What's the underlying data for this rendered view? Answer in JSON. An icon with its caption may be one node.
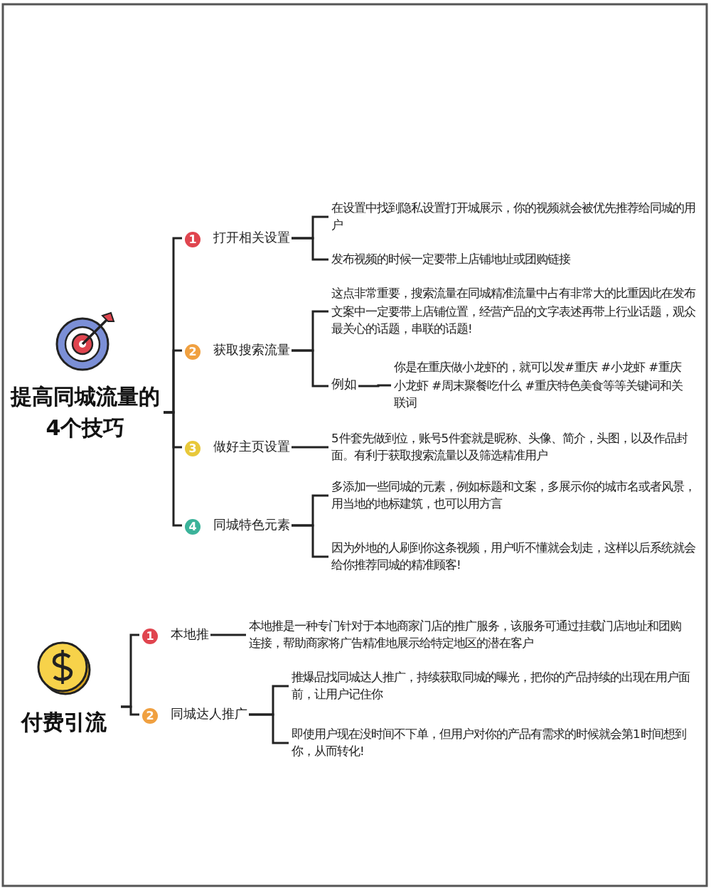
{
  "diagram": {
    "nodes": [
      {
        "text": [
          "提高同城流量的4个技巧"
        ]
      },
      {
        "text": [
          "1",
          "打开相关设置"
        ]
      },
      {
        "text": [
          "在设置中找到隐私设置打开城展示，你的视频就会被优先推荐给同城的用户"
        ]
      },
      {
        "text": [
          "发布视频的时候一定要带上店铺地址或团购链接"
        ]
      },
      {
        "text": [
          "2",
          "获取搜索流量"
        ]
      },
      {
        "text": [
          "这点非常重要，搜索流量在同城精准流量中占有非常大的比重因此在发布文案中一定要带上店铺位置，经营产品的文字表述再带上行业话题，观众最关心的话题，串联的话题!"
        ]
      },
      {
        "text": [
          "例如"
        ]
      },
      {
        "text": [
          "你是在重庆做小龙虾的，就可以发#重庆 #小龙虾 #重庆小龙虾 #周末聚餐吃什么 #重庆特色美食等等关键词和关联词"
        ]
      },
      {
        "text": [
          "3",
          "做好主页设置"
        ]
      },
      {
        "text": [
          "5件套先做到位，账号5件套就是昵称、头像、简介，头图，以及作品封面。有利于获取搜索流量以及筛选精准用户"
        ]
      },
      {
        "text": [
          "4",
          "同城特色元素"
        ]
      },
      {
        "text": [
          "多添加一些同城的元素，例如标题和文案，多展示你的城市名或者风景，用当地的地标建筑，也可以用方言"
        ]
      },
      {
        "text": [
          "因为外地的人刷到你这条视频，用户听不懂就会划走，这样以后系统就会给你推荐同城的精准顾客!"
        ]
      },
      {
        "text": [
          "付费引流"
        ]
      },
      {
        "text": [
          "1",
          "本地推"
        ]
      },
      {
        "text": [
          "本地推是一种专门针对于本地商家门店的推广服务，该服务可通过挂载门店地址和团购连接，帮助商家将广告精准地展示给特定地区的潜在客户"
        ]
      },
      {
        "text": [
          "2",
          "同城达人推广"
        ]
      },
      {
        "text": [
          "推爆品找同城达人推广，持续获取同城的曝光，把你的产品持续的出现在用户面前，让用户记住你"
        ]
      },
      {
        "text": [
          "即使用户现在没时间不下单，但用户对你的产品有需求的时候就会第1时间想到你，从而转化!"
        ]
      }
    ],
    "edges": [
      {
        "from": 0,
        "to": 1,
        "arrow": "none"
      },
      {
        "from": 0,
        "to": 4,
        "arrow": "none"
      },
      {
        "from": 0,
        "to": 8,
        "arrow": "none"
      },
      {
        "from": 0,
        "to": 10,
        "arrow": "none"
      },
      {
        "from": 1,
        "to": 2,
        "arrow": "none"
      },
      {
        "from": 1,
        "to": 3,
        "arrow": "none"
      },
      {
        "from": 4,
        "to": 5,
        "arrow": "none"
      },
      {
        "from": 4,
        "to": 6,
        "arrow": "none"
      },
      {
        "from": 6,
        "to": 7,
        "arrow": "none"
      },
      {
        "from": 8,
        "to": 9,
        "arrow": "none"
      },
      {
        "from": 10,
        "to": 11,
        "arrow": "none"
      },
      {
        "from": 10,
        "to": 12,
        "arrow": "none"
      },
      {
        "from": 13,
        "to": 14,
        "arrow": "none"
      },
      {
        "from": 13,
        "to": 16,
        "arrow": "none"
      },
      {
        "from": 14,
        "to": 15,
        "arrow": "none"
      },
      {
        "from": 16,
        "to": 17,
        "arrow": "none"
      },
      {
        "from": 16,
        "to": 18,
        "arrow": "none"
      }
    ]
  }
}
